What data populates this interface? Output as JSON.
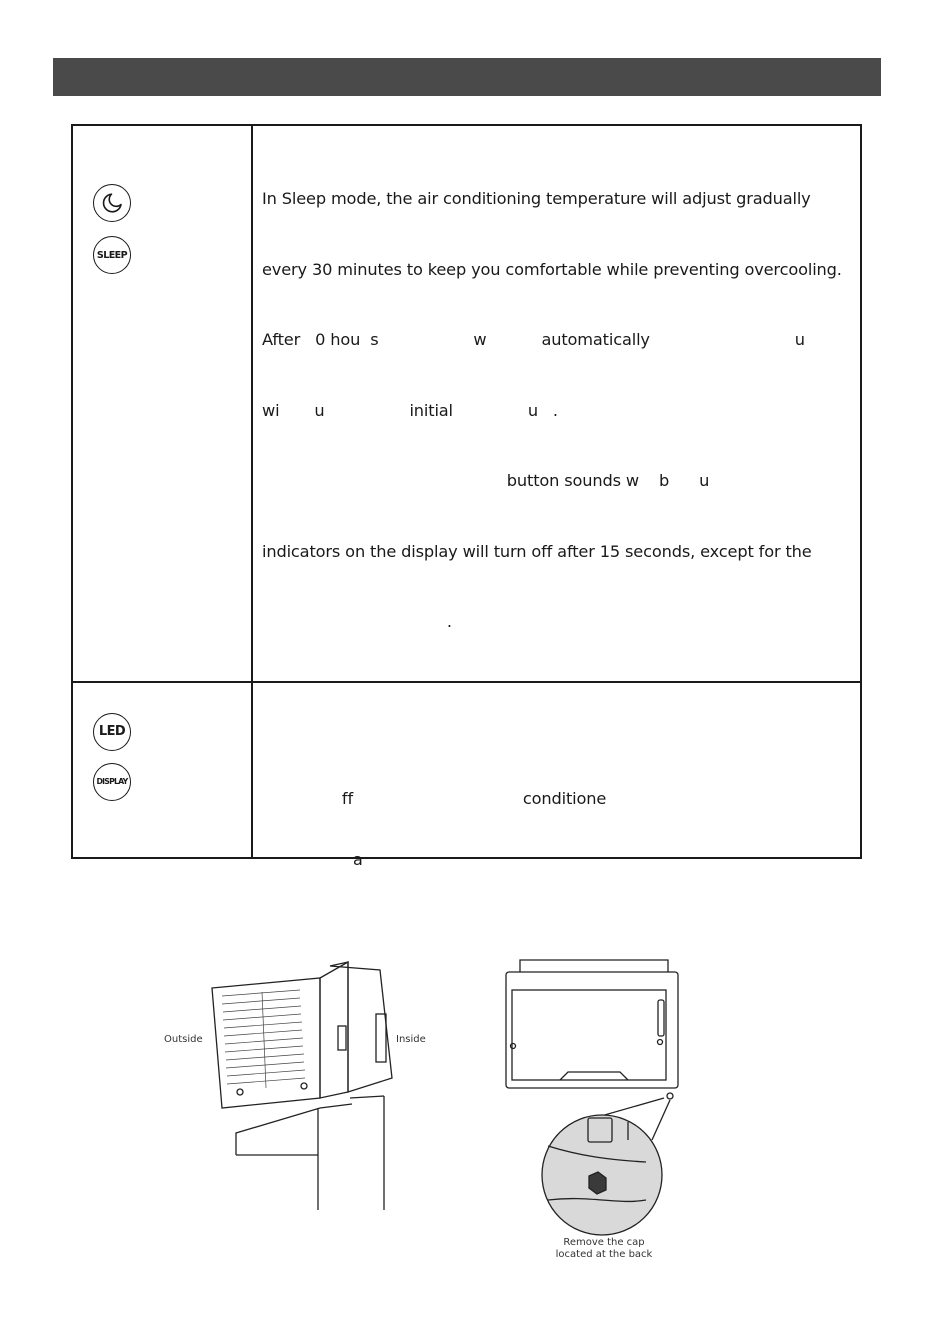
{
  "sleep_feature": {
    "icons": [
      "moon-icon",
      "sleep-icon"
    ],
    "icon_label": "SLEEP",
    "lines": [
      "In Sleep mode, the air conditioning temperature will adjust gradually",
      "every 30 minutes to keep you comfortable while preventing overcooling.",
      "After   0 hou  s                   w           automatically                             u",
      "wi       u                 initial               u   .",
      "                                                 button sounds w    b      u",
      "indicators on the display will turn off after 15 seconds, except for the",
      "                                     ."
    ]
  },
  "display_feature": {
    "icons": [
      "led-icon",
      "display-icon"
    ],
    "led_label": "LED",
    "display_label": "DISPLAY",
    "lines": [
      "                ff                                  conditione"
    ]
  },
  "stray_text": "a",
  "figures": {
    "left": {
      "outside_label": "Outside",
      "inside_label": "Inside"
    },
    "right": {
      "caption_line1": "Remove the cap",
      "caption_line2": "located at the back"
    }
  }
}
